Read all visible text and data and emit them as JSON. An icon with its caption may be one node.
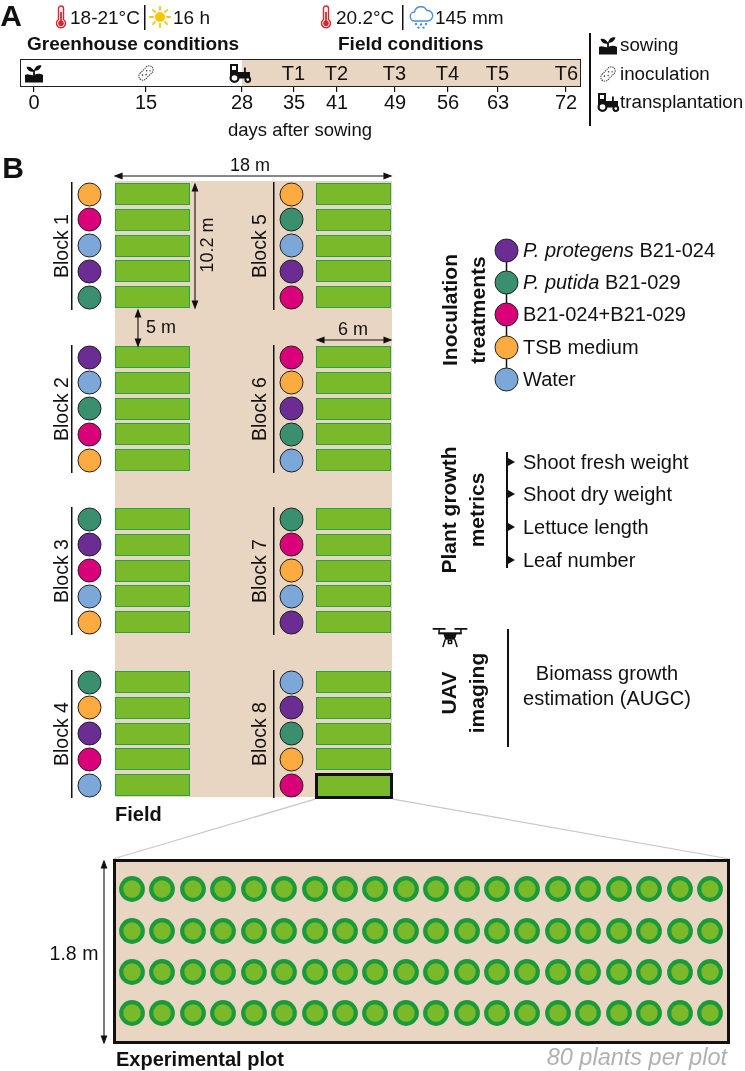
{
  "diagram": {
    "nodes": [
      {
        "text": [
          "T1",
          "T2",
          "T3",
          "T4",
          "T5",
          "T6"
        ],
        "beside": [
          "Greenhouse conditions",
          "Field conditions",
          "0",
          "15",
          "28",
          "35",
          "41",
          "49",
          "56",
          "63",
          "72"
        ]
      },
      {
        "text": [],
        "shape": "box",
        "beside": [
          "Field"
        ]
      },
      {
        "text": [],
        "shape": "box",
        "in": 1
      },
      {
        "text": [],
        "shape": "box",
        "in": 1
      },
      {
        "text": [],
        "shape": "box",
        "in": 1
      },
      {
        "text": [],
        "shape": "box",
        "in": 1
      },
      {
        "text": [],
        "shape": "box",
        "in": 1
      },
      {
        "text": [],
        "shape": "box",
        "in": 1
      },
      {
        "text": [],
        "shape": "box",
        "in": 1
      },
      {
        "text": [],
        "shape": "box",
        "in": 1
      },
      {
        "text": [],
        "shape": "box",
        "in": 1
      },
      {
        "text": [],
        "shape": "box",
        "in": 1
      },
      {
        "text": [],
        "shape": "box",
        "in": 1
      },
      {
        "text": [],
        "shape": "box",
        "in": 1
      },
      {
        "text": [],
        "shape": "box",
        "in": 1
      },
      {
        "text": [],
        "shape": "box",
        "in": 1
      },
      {
        "text": [],
        "shape": "box",
        "in": 1
      },
      {
        "text": [],
        "shape": "box",
        "in": 1
      },
      {
        "text": [],
        "shape": "box",
        "in": 1
      },
      {
        "text": [],
        "shape": "box",
        "in": 1
      },
      {
        "text": [],
        "shape": "box",
        "in": 1
      },
      {
        "text": [],
        "shape": "box",
        "in": 1
      },
      {
        "text": [],
        "shape": "box",
        "in": 1
      },
      {
        "text": [],
        "shape": "box",
        "in": 1
      },
      {
        "text": [],
        "shape": "box",
        "in": 1
      },
      {
        "text": [],
        "shape": "box",
        "in": 1
      },
      {
        "text": [],
        "shape": "box",
        "in": 1
      },
      {
        "text": [],
        "shape": "box",
        "in": 1
      },
      {
        "text": [],
        "shape": "box",
        "in": 1
      },
      {
        "text": [],
        "shape": "box",
        "in": 1
      },
      {
        "text": [],
        "shape": "box",
        "in": 1
      },
      {
        "text": [],
        "shape": "box",
        "in": 1
      },
      {
        "text": [],
        "shape": "box",
        "in": 1
      },
      {
        "text": [],
        "shape": "box",
        "in": 1
      },
      {
        "text": [],
        "shape": "box",
        "in": 1
      },
      {
        "text": [],
        "shape": "box",
        "in": 1
      },
      {
        "text": [],
        "shape": "box",
        "in": 1
      },
      {
        "text": [],
        "shape": "box",
        "in": 1
      },
      {
        "text": [],
        "shape": "box",
        "in": 1
      },
      {
        "text": [],
        "shape": "box",
        "in": 1
      },
      {
        "text": [],
        "shape": "box",
        "in": 1
      },
      {
        "text": [],
        "shape": "box",
        "in": 1
      },
      {
        "text": [],
        "shape": "box",
        "beside": [
          "Experimental plot",
          "80 plants per plot"
        ]
      }
    ],
    "edges": [
      {
        "from": 41,
        "to": 42,
        "arrow": "none"
      },
      {
        "from": 41,
        "to": 42,
        "arrow": "none"
      }
    ],
    "labels": [
      "A",
      "18-21°C",
      "16 h",
      "20.2°C",
      "145 mm",
      "days after sowing",
      "B",
      "18 m",
      "10.2 m",
      "5 m",
      "6 m",
      "Block 1",
      "Block 2",
      "Block 3",
      "Block 4",
      "Block 5",
      "Block 6",
      "Block 7",
      "Block 8",
      "Inoculation treatments",
      "Plant growth metrics",
      "Shoot fresh weight",
      "Shoot dry weight",
      "Lettuce length",
      "Leaf number",
      "UAV imaging",
      "Biomass growth estimation (AUGC)",
      "1.8 m"
    ],
    "legend": [
      {
        "text": "sowing"
      },
      {
        "text": "inoculation"
      },
      {
        "text": "transplantation"
      },
      {
        "text": "*P. protegens* B21-024",
        "color": "#6b2d94"
      },
      {
        "text": "*P. putida* B21-029",
        "color": "#3a8f6f"
      },
      {
        "text": "B21-024+B21-029",
        "color": "#d9007a"
      },
      {
        "text": "TSB medium",
        "color": "#fbab40"
      },
      {
        "text": "Water",
        "color": "#7ba8d8"
      }
    ]
  }
}
